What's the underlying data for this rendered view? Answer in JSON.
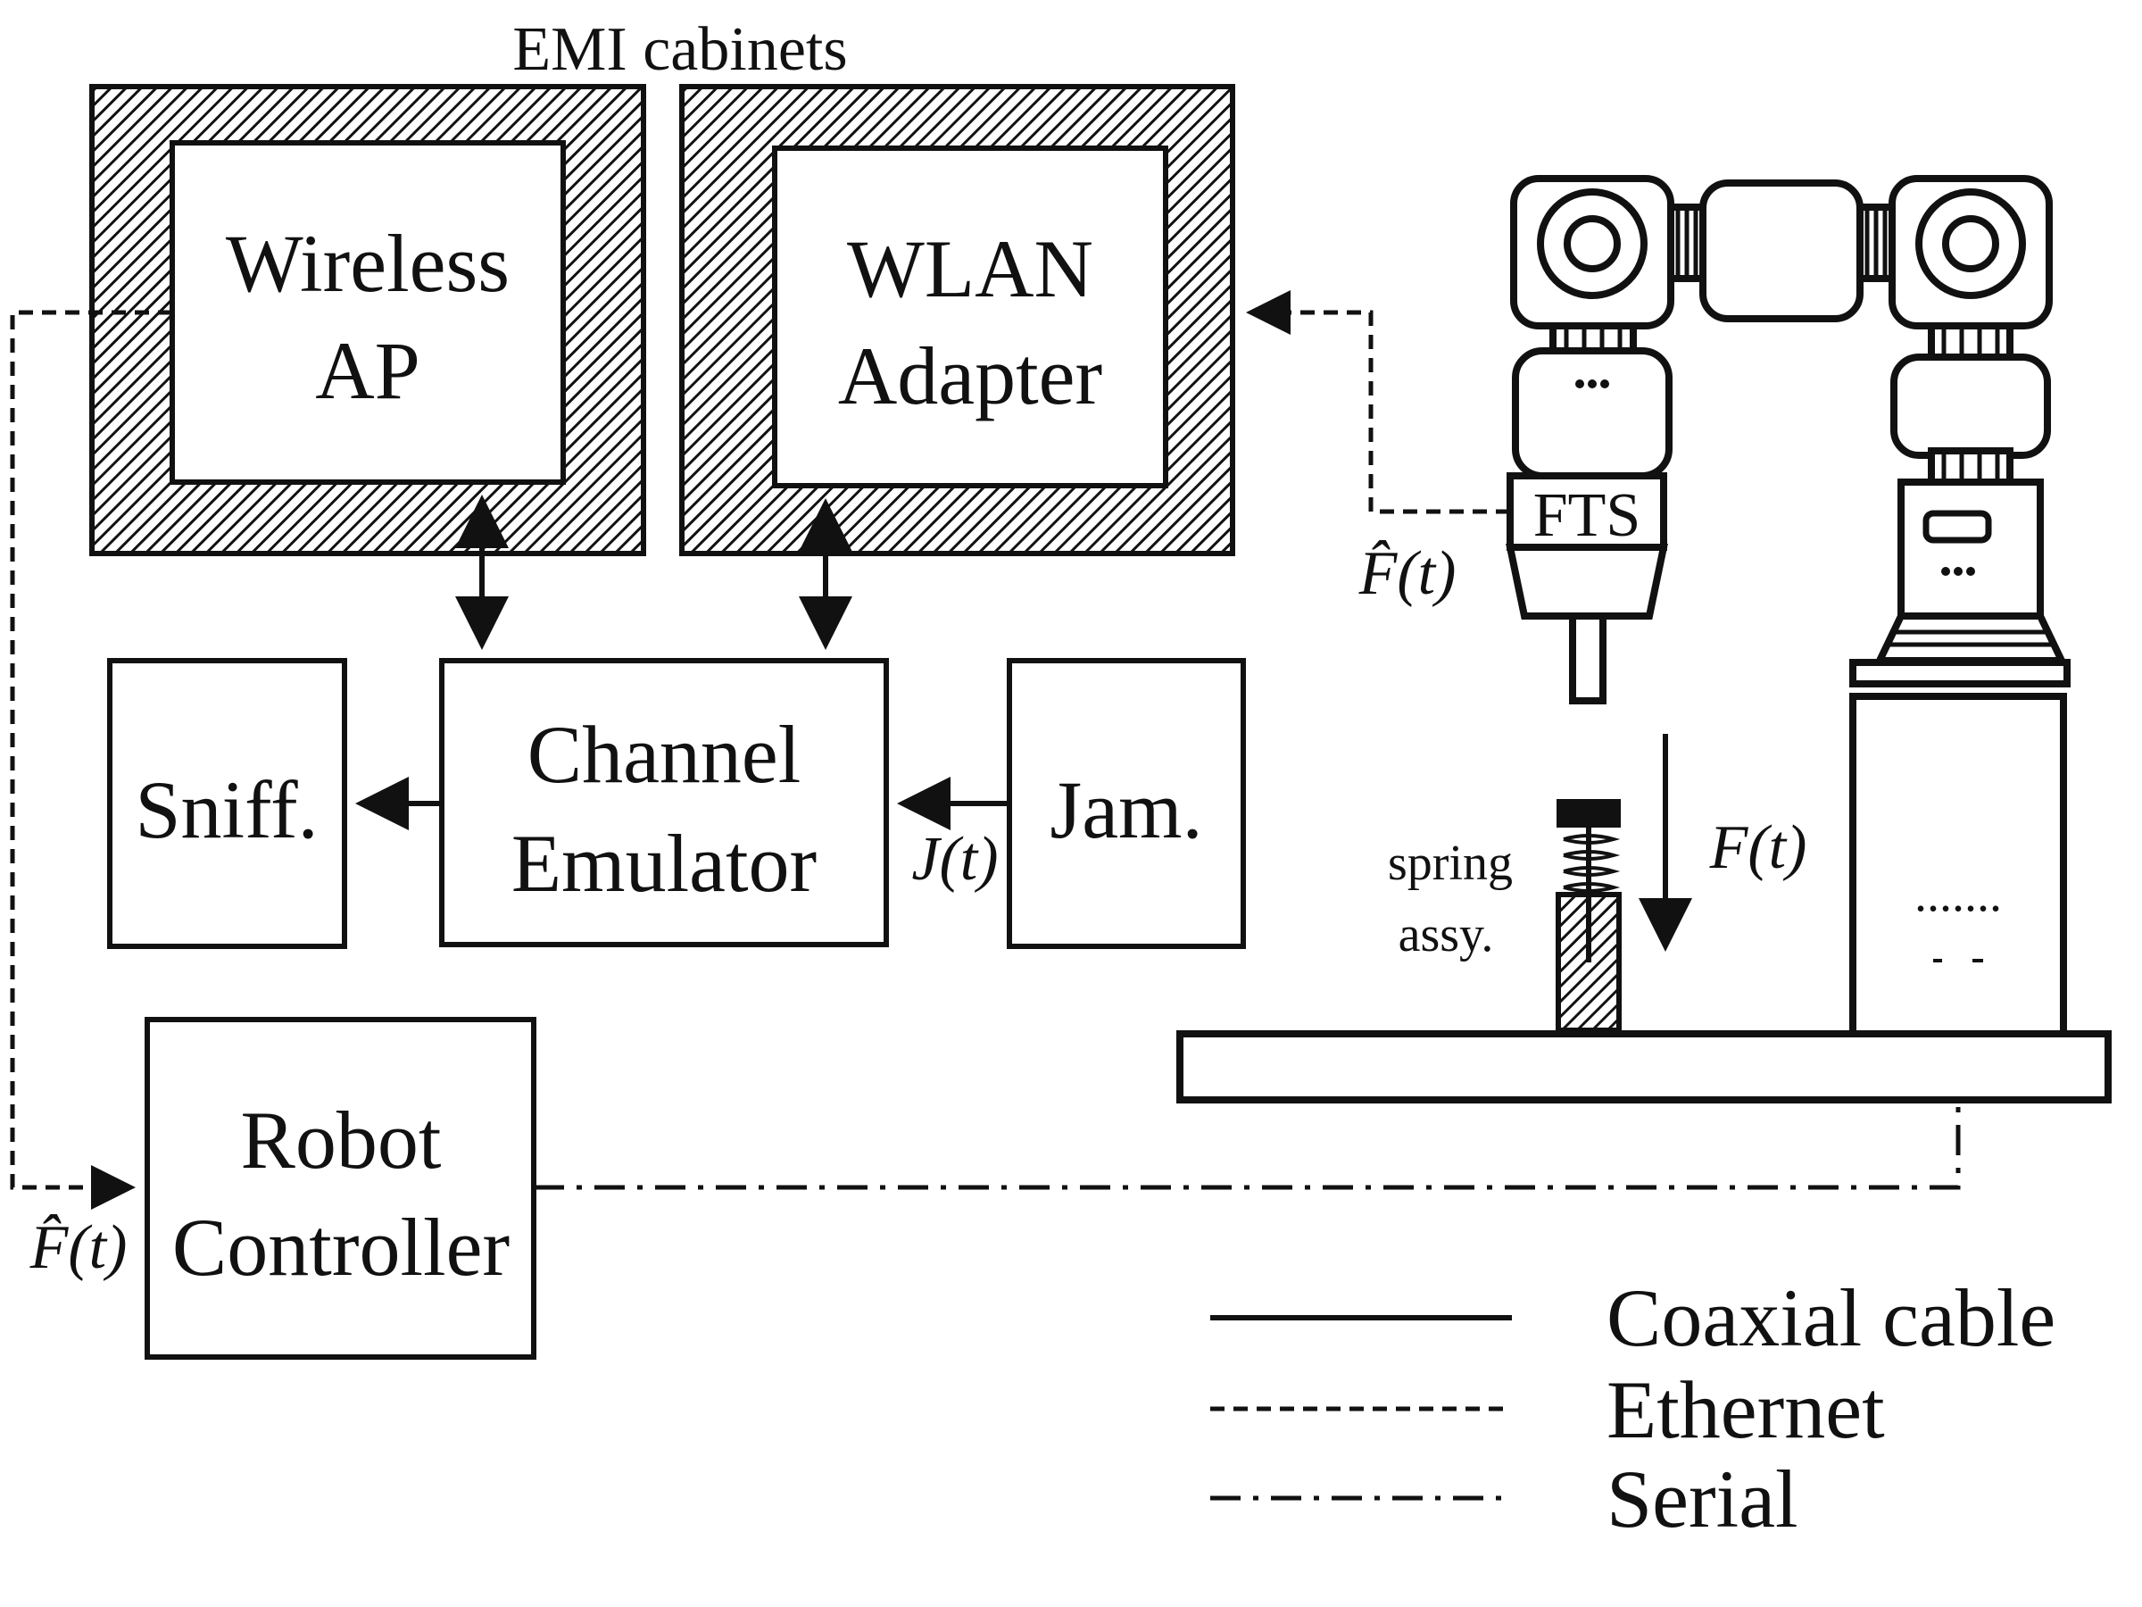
{
  "cabinets": {
    "title": "EMI cabinets"
  },
  "blocks": {
    "wireless_ap": [
      "Wireless",
      "AP"
    ],
    "wlan_adapter": [
      "WLAN",
      "Adapter"
    ],
    "channel_emulator": [
      "Channel",
      "Emulator"
    ],
    "sniffer": "Sniff.",
    "jammer": "Jam.",
    "robot_controller": [
      "Robot",
      "Controller"
    ],
    "fts": "FTS"
  },
  "signals": {
    "force_hat_fts": "F̂(t)",
    "force_hat_controller": "F̂(t)",
    "jamming": "J(t)",
    "force": "F(t)"
  },
  "robot": {
    "spring_label": [
      "spring",
      "assy."
    ],
    "base_dots": "......."
  },
  "legend": [
    {
      "style": "solid",
      "label": "Coaxial cable"
    },
    {
      "style": "ethernet",
      "label": "Ethernet"
    },
    {
      "style": "serial",
      "label": "Serial"
    }
  ]
}
